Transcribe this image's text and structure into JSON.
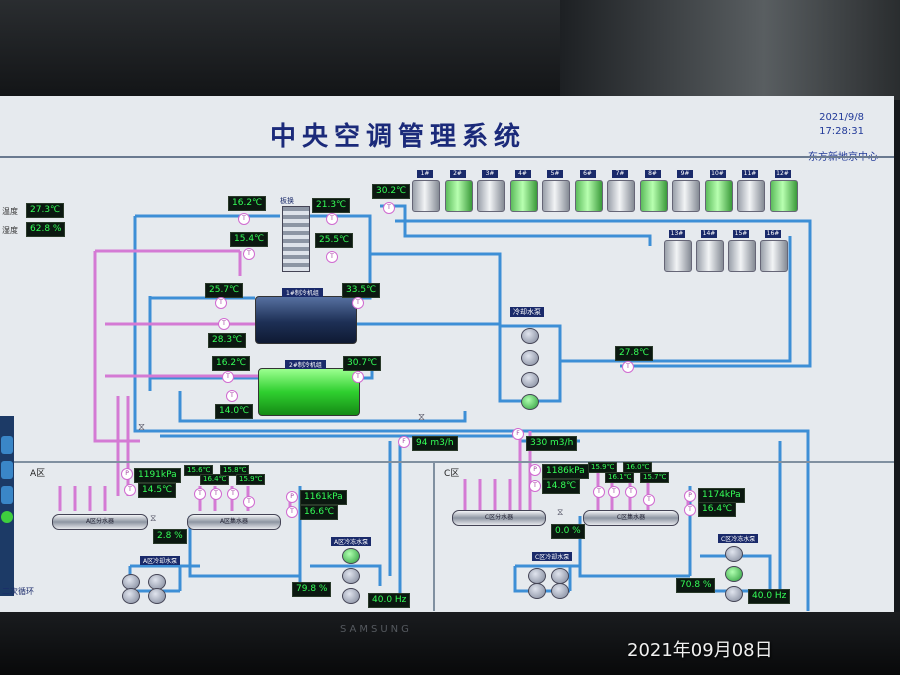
{
  "title": "中央空调管理系统",
  "date": "2021/9/8",
  "time": "17:28:31",
  "org": "东方新地京中心",
  "outdoor": [
    {
      "label": "温度",
      "value": "27.3℃"
    },
    {
      "label": "湿度",
      "value": "62.8 %"
    }
  ],
  "exchanger_label": "板换",
  "temps": {
    "ex_in_top": "16.2℃",
    "ex_out_top": "21.3℃",
    "ex_in_bottom": "15.4℃",
    "ex_out_bottom": "25.5℃",
    "tower_supply": "30.2℃",
    "ch1_in": "25.7℃",
    "ch1_out": "33.5℃",
    "ch1_ret": "28.3℃",
    "ch2_in": "16.2℃",
    "ch2_out": "30.7℃",
    "ch2_ret": "14.0℃",
    "cooling_return": "27.8℃"
  },
  "flows": {
    "flow1": "94 m3/h",
    "flow2": "330 m3/h"
  },
  "chillers": [
    {
      "label": "1#制冷机组",
      "status": "off"
    },
    {
      "label": "2#制冷机组",
      "status": "on"
    }
  ],
  "cooling_pump_label": "冷却水泵",
  "cooling_pumps": [
    "off",
    "off",
    "off",
    "on"
  ],
  "towers_row1": [
    {
      "label": "1#",
      "status": "off"
    },
    {
      "label": "2#",
      "status": "on"
    },
    {
      "label": "3#",
      "status": "off"
    },
    {
      "label": "4#",
      "status": "on"
    },
    {
      "label": "5#",
      "status": "off"
    },
    {
      "label": "6#",
      "status": "on"
    },
    {
      "label": "7#",
      "status": "off"
    },
    {
      "label": "8#",
      "status": "on"
    },
    {
      "label": "9#",
      "status": "off"
    },
    {
      "label": "10#",
      "status": "on"
    },
    {
      "label": "11#",
      "status": "off"
    },
    {
      "label": "12#",
      "status": "on"
    }
  ],
  "towers_row2": [
    {
      "label": "13#",
      "status": "off"
    },
    {
      "label": "14#",
      "status": "off"
    },
    {
      "label": "15#",
      "status": "off"
    },
    {
      "label": "16#",
      "status": "off"
    }
  ],
  "zone_a": {
    "label": "A区",
    "pressure1": "1191kPa",
    "temp1": "14.5℃",
    "branch_temps": [
      "15.6℃",
      "16.4℃",
      "15.8℃",
      "15.9℃"
    ],
    "pressure2": "1161kPa",
    "temp2": "16.6℃",
    "bypass": "2.8 %",
    "sep_label": "A区分水器",
    "col_label": "A区集水器",
    "pump_label": "A区冷冻水泵",
    "sec_label": "A区冷却水泵",
    "valve": "79.8 %",
    "freq": "40.0 Hz"
  },
  "zone_c": {
    "label": "C区",
    "pressure1": "1186kPa",
    "temp1": "14.8℃",
    "branch_temps": [
      "15.9℃",
      "16.1℃",
      "16.0℃",
      "15.7℃"
    ],
    "pressure2": "1174kPa",
    "temp2": "16.4℃",
    "bypass": "0.0 %",
    "sep_label": "C区分水器",
    "col_label": "C区集水器",
    "pump_label": "C区冷冻水泵",
    "sec_label": "C区冷却水泵",
    "valve": "70.8 %",
    "freq": "40.0 Hz"
  },
  "bottom_label": "二次循环",
  "brand": "SAMSUNG",
  "photo_date": "2021年09月08日"
}
